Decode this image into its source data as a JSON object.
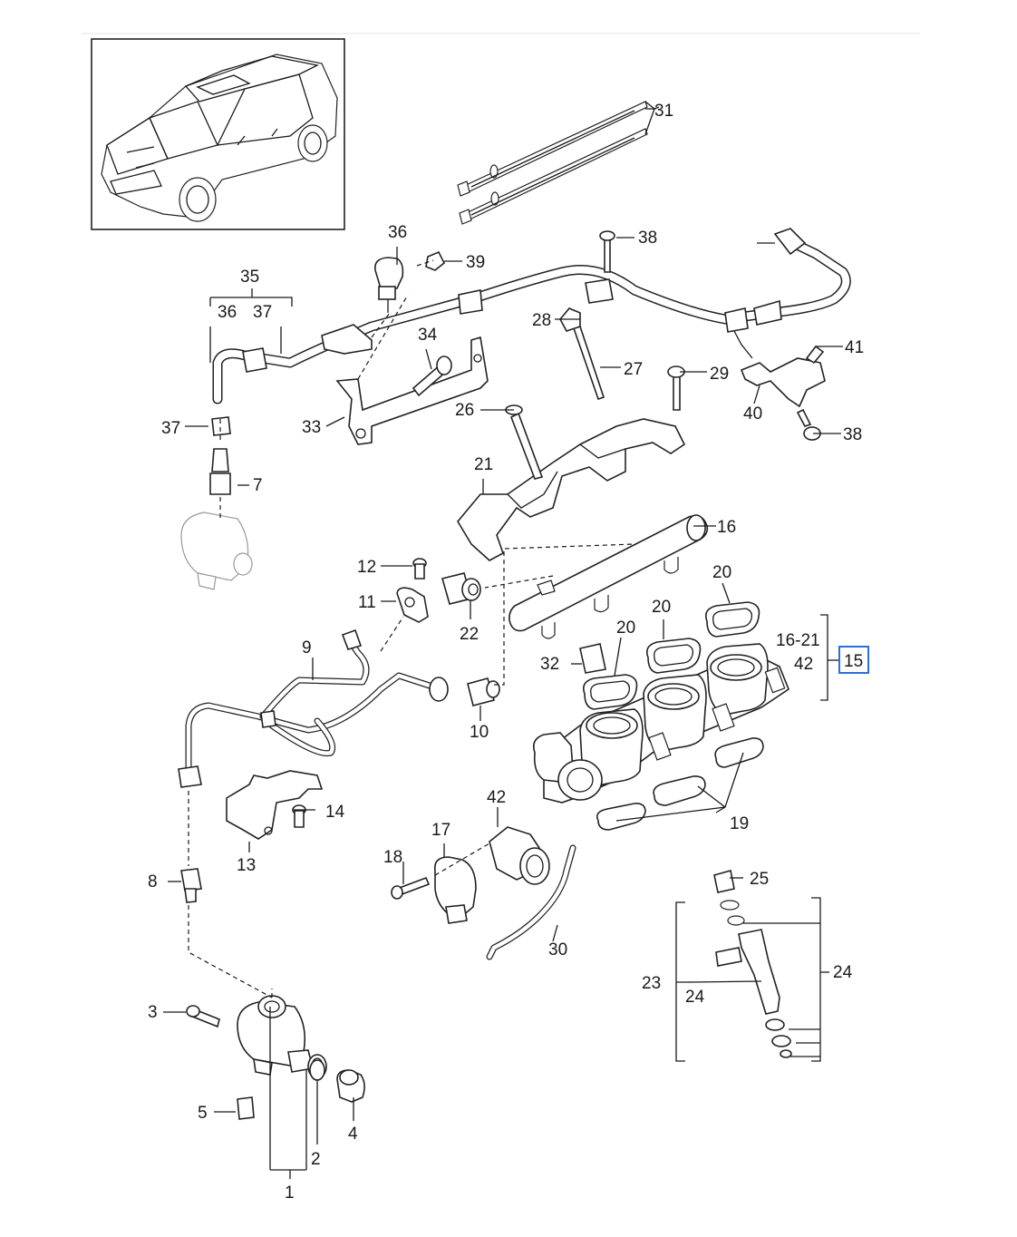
{
  "labels": {
    "l1": "1",
    "l2": "2",
    "l3": "3",
    "l4": "4",
    "l5": "5",
    "l7": "7",
    "l8": "8",
    "l9": "9",
    "l10": "10",
    "l11": "11",
    "l12": "12",
    "l13": "13",
    "l14": "14",
    "l15": "15",
    "l16": "16",
    "l16_21": "16-21",
    "l17": "17",
    "l18": "18",
    "l19": "19",
    "l20a": "20",
    "l20b": "20",
    "l20c": "20",
    "l21": "21",
    "l22": "22",
    "l23": "23",
    "l24a": "24",
    "l24b": "24",
    "l25": "25",
    "l26": "26",
    "l27": "27",
    "l28": "28",
    "l29": "29",
    "l30": "30",
    "l31": "31",
    "l32": "32",
    "l33": "33",
    "l34": "34",
    "l35": "35",
    "l36a": "36",
    "l36b": "36",
    "l37a": "37",
    "l37b": "37",
    "l38a": "38",
    "l38b": "38",
    "l39": "39",
    "l40": "40",
    "l41": "41",
    "l42a": "42",
    "l42b": "42"
  },
  "highlight_color": "#2a6fd6"
}
